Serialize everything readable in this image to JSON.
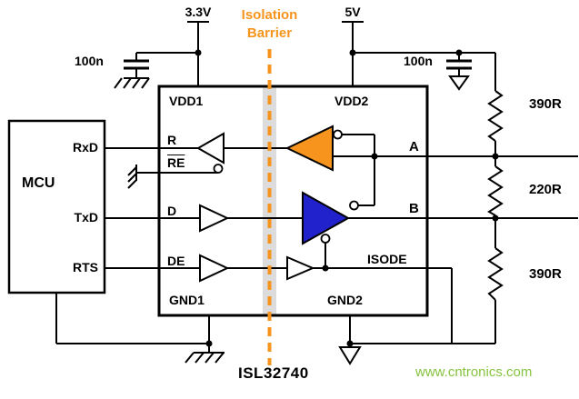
{
  "diagram": {
    "part_number": "ISL32740",
    "watermark": "www.cntronics.com"
  },
  "supplies": {
    "logic": "3.3V",
    "bus": "5V"
  },
  "barrier": {
    "line1": "Isolation",
    "line2": "Barrier"
  },
  "capacitors": {
    "left": "100n",
    "right": "100n"
  },
  "mcu": {
    "label": "MCU",
    "pins": {
      "rxd": "RxD",
      "txd": "TxD",
      "rts": "RTS"
    }
  },
  "ic": {
    "left": {
      "vdd": "VDD1",
      "r": "R",
      "re": "RE",
      "d": "D",
      "de": "DE",
      "gnd": "GND1"
    },
    "right": {
      "vdd": "VDD2",
      "a": "A",
      "b": "B",
      "isode": "ISODE",
      "gnd": "GND2"
    }
  },
  "resistors": {
    "top": "390R",
    "middle": "220R",
    "bottom": "390R"
  },
  "colors": {
    "accent_orange": "#F7941D",
    "driver_blue": "#2222CC",
    "watermark_green": "#86C440"
  }
}
